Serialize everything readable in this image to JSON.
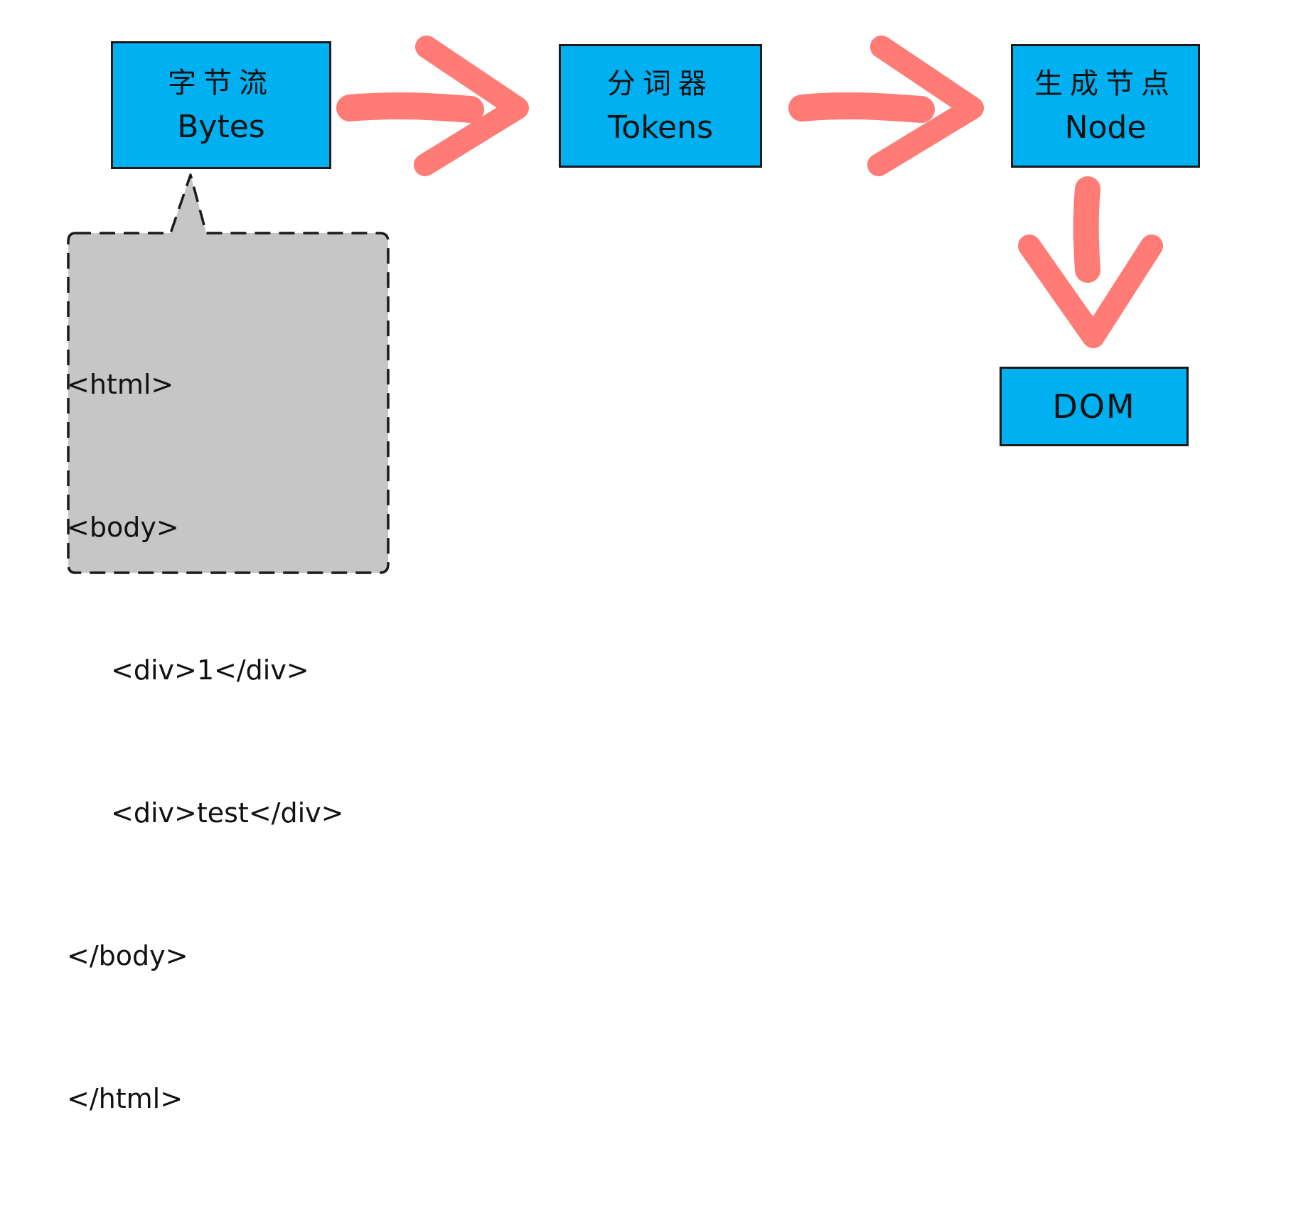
{
  "stages": [
    {
      "zh": "字节流",
      "en": "Bytes"
    },
    {
      "zh": "分词器",
      "en": "Tokens"
    },
    {
      "zh": "生成节点",
      "en": "Node"
    }
  ],
  "dom_label": "DOM",
  "callout": {
    "lines": [
      "<html>",
      "<body>",
      "<div>1</div>",
      "<div>test</div>",
      "</body>",
      "</html>"
    ]
  },
  "colors": {
    "box_fill": "#00B0F0",
    "box_border": "#1a1a1a",
    "arrow": "#FF7B76",
    "callout_fill": "#C6C6C6",
    "callout_border": "#1a1a1a"
  }
}
